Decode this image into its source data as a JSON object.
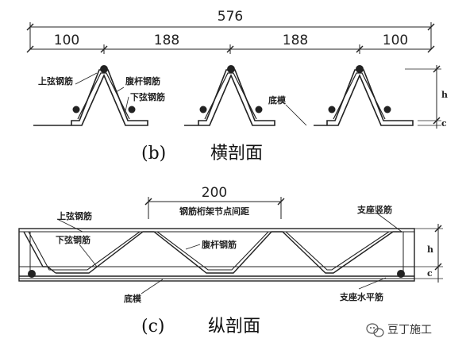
{
  "top_section": {
    "total_dim": "576",
    "segment_dims": [
      "100",
      "188",
      "188",
      "100"
    ],
    "labels": {
      "upper_chord": "上弦钢筋",
      "web_bar": "腹杆钢筋",
      "lower_chord": "下弦钢筋",
      "bottom_mold": "底模"
    },
    "side_dims": {
      "h": "h",
      "c": "c"
    },
    "caption_letter": "(b)",
    "caption_text": "横剖面"
  },
  "bottom_section": {
    "span_dim": "200",
    "labels": {
      "upper_chord": "上弦钢筋",
      "node_spacing": "钢筋桁架节点间距",
      "lower_chord": "下弦钢筋",
      "web_bar": "腹杆钢筋",
      "support_vertical": "支座竖筋",
      "bottom_mold": "底模",
      "support_horizontal": "支座水平筋"
    },
    "side_dims": {
      "h": "h",
      "c": "c"
    },
    "caption_letter": "(c)",
    "caption_text": "纵剖面"
  },
  "watermark": {
    "icon": "wechat-icon",
    "text": "豆丁施工"
  }
}
